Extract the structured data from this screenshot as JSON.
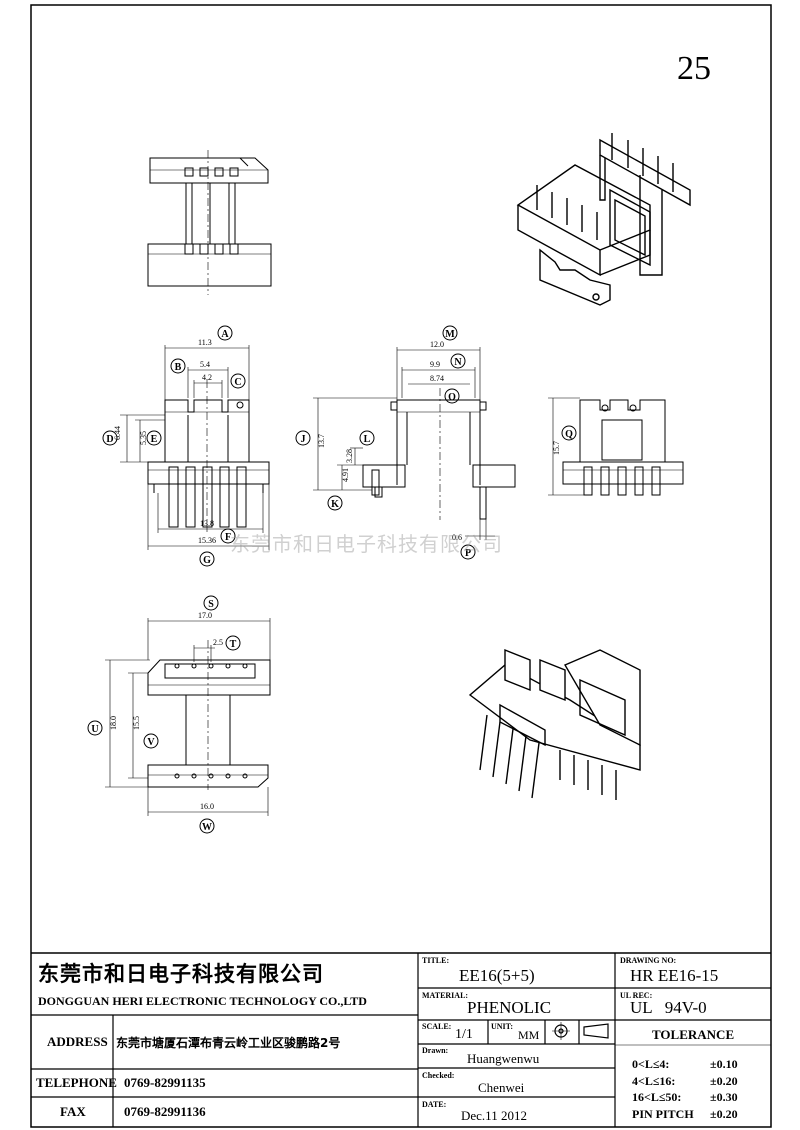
{
  "page_number": "25",
  "watermark": "东莞市和日电子科技有限公司",
  "dimensions": {
    "A": "11.3",
    "B": "5.4",
    "C": "4.2",
    "D": "6.44",
    "E": "5.35",
    "F": "13.8",
    "G": "15.36",
    "J": "13.7",
    "K": "4.91",
    "L": "3.28",
    "M": "12.0",
    "N": "9.9",
    "O": "8.74",
    "P": "0.6",
    "Q": "15.7",
    "S": "17.0",
    "T": "2.5",
    "U": "18.0",
    "V": "15.5",
    "W": "16.0"
  },
  "title_block": {
    "company_cn": "东莞市和日电子科技有限公司",
    "company_en": "DONGGUAN HERI ELECTRONIC TECHNOLOGY CO.,LTD",
    "address_label": "ADDRESS",
    "address_value": "东莞市塘厦石潭布青云岭工业区骏鹏路2号",
    "telephone_label": "TELEPHONE",
    "telephone_value": "0769-82991135",
    "fax_label": "FAX",
    "fax_value": "0769-82991136",
    "title_label": "TITLE:",
    "title_value": "EE16(5+5)",
    "material_label": "MATERIAL:",
    "material_value": "PHENOLIC",
    "scale_label": "SCALE:",
    "scale_value": "1/1",
    "unit_label": "UNIT:",
    "unit_value": "MM",
    "drawn_label": "Drawn:",
    "drawn_value": "Huangwenwu",
    "checked_label": "Checked:",
    "checked_value": "Chenwei",
    "date_label": "DATE:",
    "date_value": "Dec.11 2012",
    "drawing_no_label": "DRAWING NO:",
    "drawing_no_value": "HR EE16-15",
    "ul_rec_label": "UL REC:",
    "ul_rec_value": "UL   94V-0",
    "tolerance_label": "TOLERANCE",
    "tolerance": [
      {
        "range": "0<L≤4:",
        "value": "±0.10"
      },
      {
        "range": "4<L≤16:",
        "value": "±0.20"
      },
      {
        "range": "16<L≤50:",
        "value": "±0.30"
      },
      {
        "range": "PIN PITCH",
        "value": "±0.20"
      }
    ]
  }
}
